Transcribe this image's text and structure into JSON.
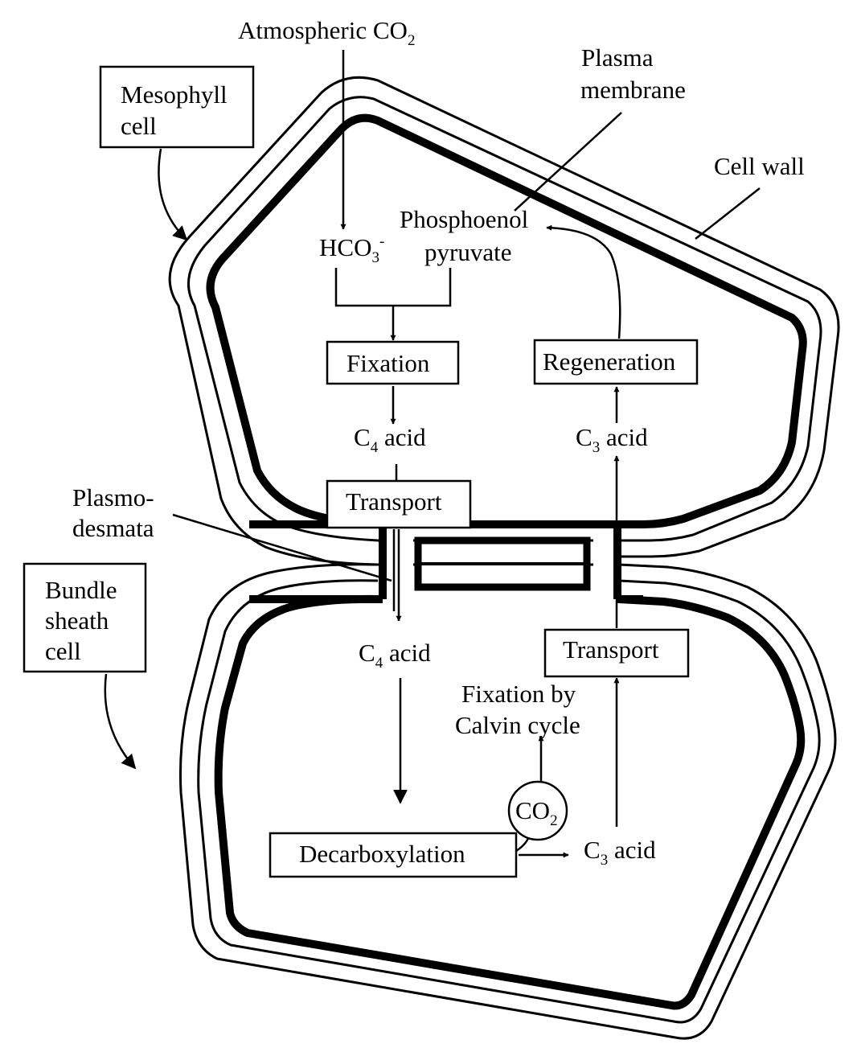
{
  "labels": {
    "atmospheric_co2": "Atmospheric CO",
    "atmospheric_co2_sub": "2",
    "plasma_membrane_1": "Plasma",
    "plasma_membrane_2": "membrane",
    "cell_wall": "Cell wall",
    "mesophyll_1": "Mesophyll",
    "mesophyll_2": "cell",
    "bundle_1": "Bundle",
    "bundle_2": "sheath",
    "bundle_3": "cell",
    "plasmodesmata_1": "Plasmo-",
    "plasmodesmata_2": "desmata",
    "hco3": "HCO",
    "hco3_sub": "3",
    "hco3_sup": "-",
    "pep_1": "Phosphoenol",
    "pep_2": "pyruvate",
    "fixation": "Fixation",
    "regeneration": "Regeneration",
    "c4_acid_pre": "C",
    "c4_acid_sub": "4",
    "c4_acid_post": " acid",
    "c3_acid_pre": "C",
    "c3_acid_sub": "3",
    "c3_acid_post": " acid",
    "transport": "Transport",
    "fixation_calvin_1": "Fixation by",
    "fixation_calvin_2": "Calvin cycle",
    "co2": "CO",
    "co2_sub": "2",
    "decarboxylation": "Decarboxylation"
  }
}
